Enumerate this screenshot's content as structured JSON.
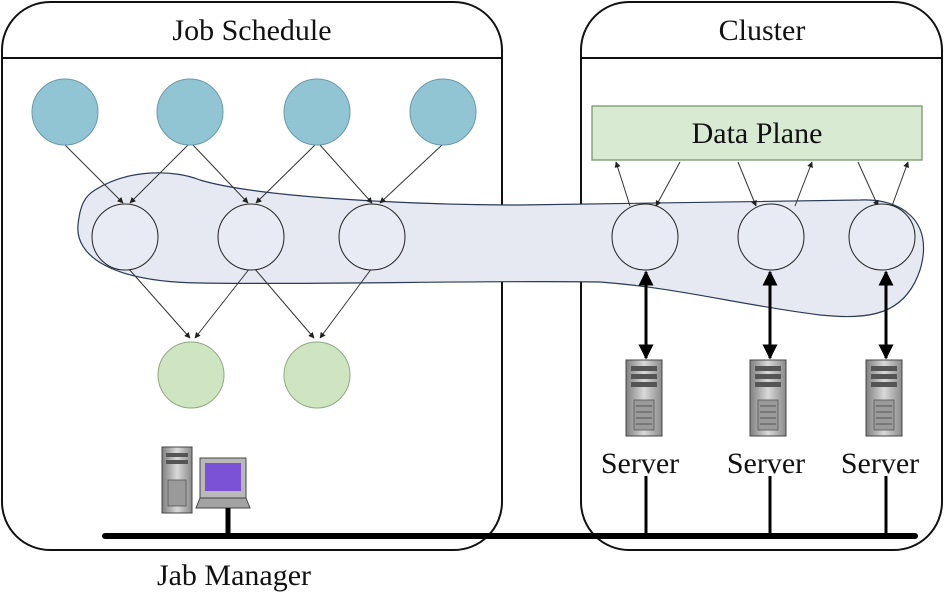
{
  "panels": {
    "left_title": "Job Schedule",
    "right_title": "Cluster"
  },
  "data_plane": {
    "label": "Data Plane",
    "fill": "#d9ead3",
    "stroke": "#6e8f62"
  },
  "servers": [
    {
      "label": "Server"
    },
    {
      "label": "Server"
    },
    {
      "label": "Server"
    }
  ],
  "job_manager": {
    "label": "Jab Manager",
    "icon": "workstation-icon"
  },
  "colors": {
    "blue_node": "#92c5d3",
    "green_node": "#cfe4c1",
    "shared_region": "#e6e9f2"
  }
}
